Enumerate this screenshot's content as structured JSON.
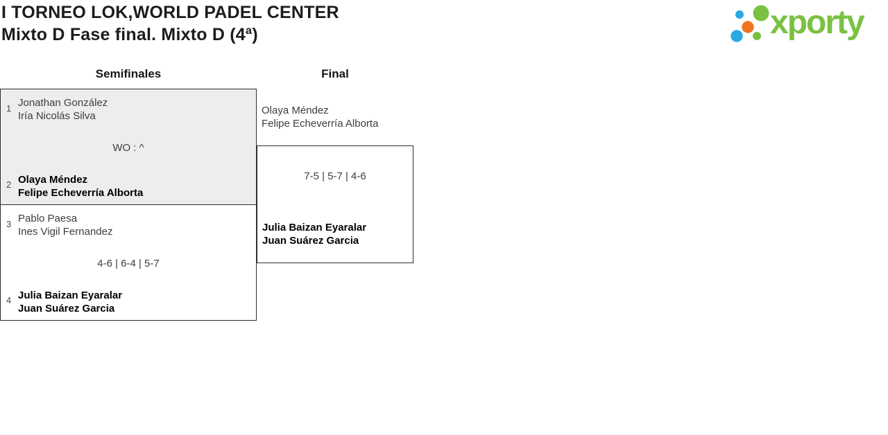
{
  "header": {
    "title": "I TORNEO LOK,WORLD PADEL CENTER",
    "subtitle": "Mixto D Fase final. Mixto D (4ª)"
  },
  "logo": {
    "wordmark": "xporty",
    "brand_colors": {
      "green": "#7ac143",
      "blue": "#29abe2",
      "orange": "#ee7623"
    }
  },
  "bracket": {
    "rounds": [
      {
        "label": "Semifinales"
      },
      {
        "label": "Final"
      }
    ],
    "semifinals": [
      {
        "seed_top": "1",
        "team_top": [
          "Jonathan González",
          "Iría Nicolás Silva"
        ],
        "result": "WO : ^",
        "seed_bottom": "2",
        "team_bottom": [
          "Olaya Méndez",
          "Felipe Echeverría Alborta"
        ],
        "winner": "bottom"
      },
      {
        "seed_top": "3",
        "team_top": [
          "Pablo Paesa",
          "Ines Vigil Fernandez"
        ],
        "result": "4-6 | 6-4 | 5-7",
        "seed_bottom": "4",
        "team_bottom": [
          "Julia Baizan Eyaralar",
          "Juan Suárez Garcia"
        ],
        "winner": "bottom"
      }
    ],
    "final": {
      "team_top": [
        "Olaya Méndez",
        "Felipe Echeverría Alborta"
      ],
      "result": "7-5 | 5-7 | 4-6",
      "team_bottom": [
        "Julia Baizan Eyaralar",
        "Juan Suárez Garcia"
      ],
      "winner": "bottom"
    }
  }
}
